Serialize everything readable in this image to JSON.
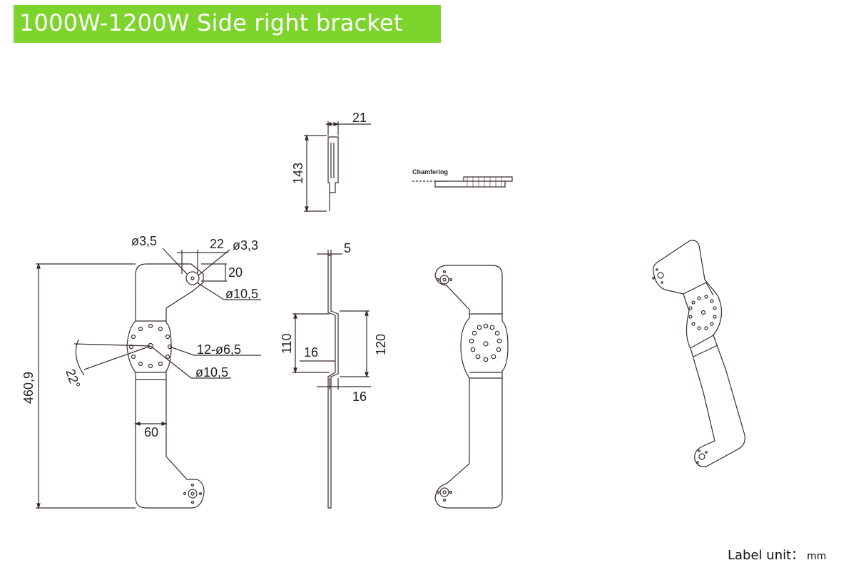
{
  "title": "1000W-1200W Side right bracket",
  "unit_label": "Label unit：",
  "unit_value": "mm",
  "annotations": {
    "chamfering": "Chamfering"
  },
  "dimensions": {
    "top_width": "21",
    "top_height": "143",
    "hole_small": "ø3,5",
    "hole_offset": "22",
    "hole_mid": "ø3,3",
    "hole_gap": "20",
    "hole_ring_top": "ø10,5",
    "total_height": "460,9",
    "angle": "22°",
    "hole_array": "12-ø6,5",
    "hole_ring_center": "ø10,5",
    "leg_width": "60",
    "sheet_thickness": "5",
    "offset_outer": "110",
    "offset_inner": "120",
    "offset_left": "16",
    "offset_bottom": "16"
  },
  "colors": {
    "banner": "#7dd42d",
    "line": "#3a2a2a"
  }
}
